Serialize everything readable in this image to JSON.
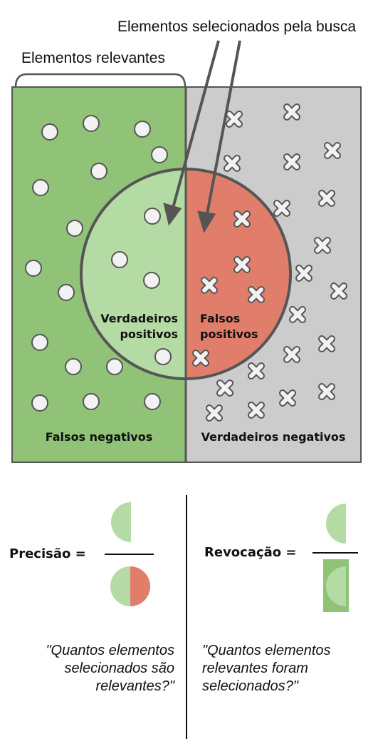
{
  "labels": {
    "selected_by_search": "Elementos selecionados pela busca",
    "relevant_elements": "Elementos relevantes",
    "true_positives_line1": "Verdadeiros",
    "true_positives_line2": "positivos",
    "false_positives_line1": "Falsos",
    "false_positives_line2": "positivos",
    "false_negatives": "Falsos negativos",
    "true_negatives": "Verdadeiros negativos"
  },
  "formulas": {
    "precision_label": "Precisão =",
    "recall_label": "Revocação =",
    "precision_question_line1": "\"Quantos elementos",
    "precision_question_line2": "selecionados são",
    "precision_question_line3": "relevantes?\"",
    "recall_question_line1": "\"Quantos elementos",
    "recall_question_line2": "relevantes foram",
    "recall_question_line3": "selecionados?\""
  },
  "colors": {
    "relevant_region": "#90c278",
    "irrelevant_region": "#cccccc",
    "true_positive": "#b5dba4",
    "false_positive": "#e07e6b",
    "outline": "#555555"
  }
}
